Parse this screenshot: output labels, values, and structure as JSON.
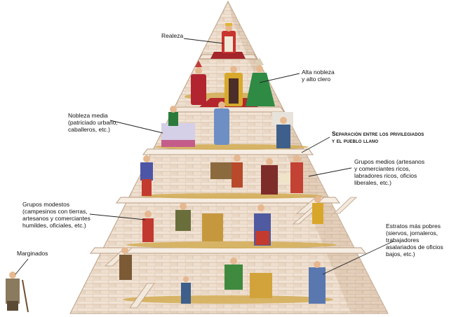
{
  "colors": {
    "brick_light": "#efdfcf",
    "brick_mid": "#e3cdb7",
    "brick_shadow": "#c9ad92",
    "mortar": "#d2bba5",
    "ledge": "#f7efe6",
    "ground": "#d8b25a",
    "leader": "#222222"
  },
  "labels": {
    "realeza": {
      "lines": [
        "Realeza"
      ]
    },
    "alta_nobleza": {
      "lines": [
        "Alta nobleza",
        "y alto clero"
      ]
    },
    "nobleza_media": {
      "lines": [
        "Nobleza media",
        "(patriciado urbano,",
        "caballeros, etc.)"
      ]
    },
    "separacion": {
      "lines": [
        "Separación entre los privilegiados",
        "y el pueblo llano"
      ]
    },
    "grupos_medios": {
      "lines": [
        "Grupos medios (artesanos",
        "y comerciantes ricos,",
        "labradores ricos, oficios",
        "liberales, etc.)"
      ]
    },
    "grupos_modestos": {
      "lines": [
        "Grupos modestos",
        "(campesinos con tierras,",
        "artesanos y comerciantes",
        "humildes, oficiales, etc.)"
      ]
    },
    "marginados": {
      "lines": [
        "Marginados"
      ]
    },
    "estratos": {
      "lines": [
        "Estratos más pobres",
        "(siervos, jornaleros,",
        "trabajadores",
        "asalariados de oficios",
        "bajos, etc.)"
      ]
    }
  }
}
